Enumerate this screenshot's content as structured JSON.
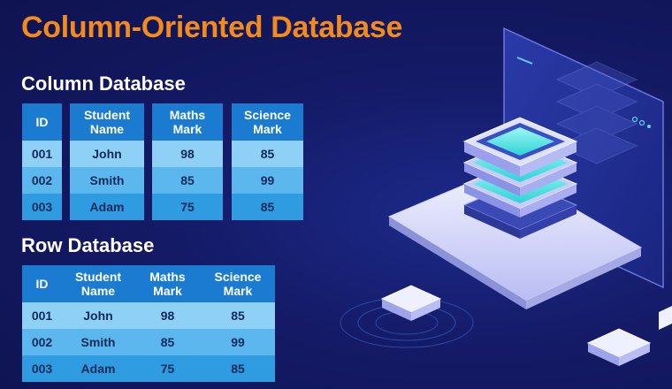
{
  "title": "Column-Oriented Database",
  "colors": {
    "title": "#f28a1e",
    "background": "#141a66",
    "header_cell": "#1a7bd0",
    "row_light": "#8fd0f6",
    "row_mid": "#5db7ef",
    "row_dark": "#2f9be0"
  },
  "column_db": {
    "heading": "Column Database",
    "columns": [
      {
        "header": "ID",
        "values": [
          "001",
          "002",
          "003"
        ]
      },
      {
        "header": "Student\nName",
        "values": [
          "John",
          "Smith",
          "Adam"
        ]
      },
      {
        "header": "Maths\nMark",
        "values": [
          "98",
          "85",
          "75"
        ]
      },
      {
        "header": "Science\nMark",
        "values": [
          "85",
          "99",
          "85"
        ]
      }
    ]
  },
  "row_db": {
    "heading": "Row Database",
    "headers": [
      "ID",
      "Student\nName",
      "Maths\nMark",
      "Science\nMark"
    ],
    "rows": [
      [
        "001",
        "John",
        "98",
        "85"
      ],
      [
        "002",
        "Smith",
        "85",
        "99"
      ],
      [
        "003",
        "Adam",
        "75",
        "85"
      ]
    ]
  },
  "illustration": {
    "icons": [
      "laptop-icon",
      "database-stack-icon",
      "server-tile-icon"
    ]
  }
}
